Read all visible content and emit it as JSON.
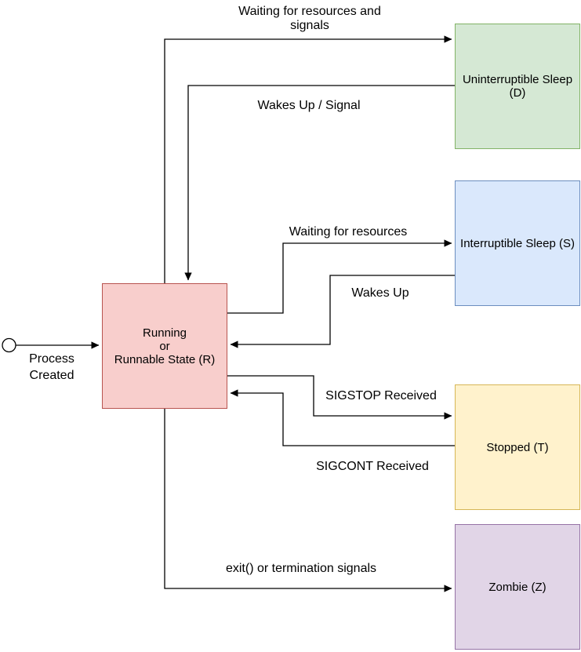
{
  "diagram": {
    "type": "state-diagram",
    "subject": "Linux process states",
    "background": "#ffffff",
    "line_color": "#000000",
    "nodes": {
      "start": {
        "shape": "circle",
        "label_line1": "Process",
        "label_line2": "Created",
        "fill": "#ffffff",
        "border": "#000000"
      },
      "running": {
        "line1": "Running",
        "line2": "or",
        "line3": "Runnable State (R)",
        "fill": "#f8cecc",
        "border": "#b85450"
      },
      "uninterruptible": {
        "line1": "Uninterruptible Sleep",
        "line2": "(D)",
        "fill": "#d5e8d4",
        "border": "#82b366"
      },
      "interruptible": {
        "label": "Interruptible Sleep (S)",
        "fill": "#dae8fc",
        "border": "#6c8ebf"
      },
      "stopped": {
        "label": "Stopped (T)",
        "fill": "#fff2cc",
        "border": "#d6b656"
      },
      "zombie": {
        "label": "Zombie (Z)",
        "fill": "#e1d5e7",
        "border": "#9673a6"
      }
    },
    "edges": {
      "waiting_resources_signals": {
        "from": "running",
        "to": "uninterruptible",
        "label_line1": "Waiting for resources and",
        "label_line2": "signals"
      },
      "wakes_up_signal": {
        "from": "uninterruptible",
        "to": "running",
        "label": "Wakes Up / Signal"
      },
      "waiting_resources": {
        "from": "running",
        "to": "interruptible",
        "label": "Waiting for resources"
      },
      "wakes_up": {
        "from": "interruptible",
        "to": "running",
        "label": "Wakes Up"
      },
      "sigstop": {
        "from": "running",
        "to": "stopped",
        "label": "SIGSTOP Received"
      },
      "sigcont": {
        "from": "stopped",
        "to": "running",
        "label": "SIGCONT Received"
      },
      "exit": {
        "from": "running",
        "to": "zombie",
        "label": "exit() or termination signals"
      }
    }
  }
}
